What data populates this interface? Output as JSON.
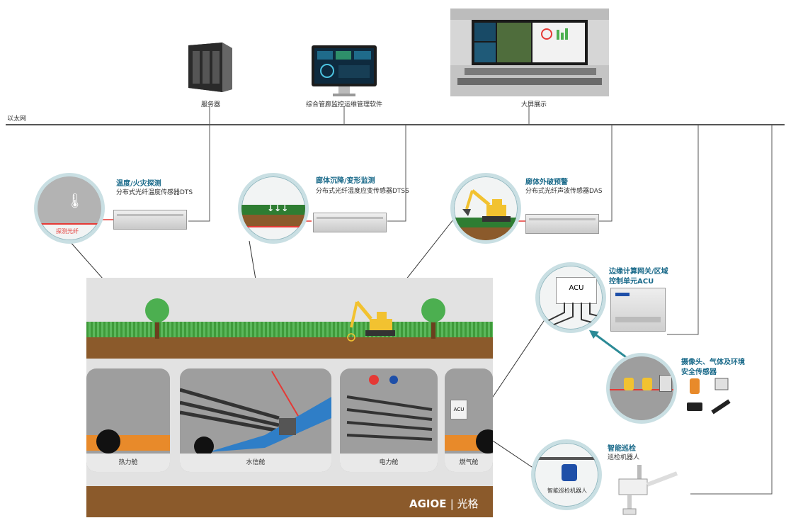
{
  "network": {
    "label": "以太网"
  },
  "top_devices": {
    "server": "服务器",
    "software": "综合管廊监控运维管理软件",
    "bigscreen": "大屏展示"
  },
  "sensors": {
    "dts": {
      "title": "温度/火灾探测",
      "subtitle": "分布式光纤温度传感器DTS",
      "circle_label": "探测光纤"
    },
    "dtss": {
      "title": "廊体沉降/变形监测",
      "subtitle": "分布式光纤温度应变传感器DTSS"
    },
    "das": {
      "title": "廊体外破预警",
      "subtitle": "分布式光纤声波传感器DAS"
    }
  },
  "acu": {
    "title_line1": "边缘计算网关/区域",
    "title_line2": "控制单元ACU",
    "box_label": "ACU",
    "cabin_label": "ACU"
  },
  "env": {
    "title_line1": "摄像头、气体及环境",
    "title_line2": "安全传感器"
  },
  "robot": {
    "title": "智能巡检",
    "subtitle": "巡检机器人",
    "circle_label": "智能巡检机器人"
  },
  "cabins": {
    "heat": "热力舱",
    "water": "水信舱",
    "power": "电力舱",
    "gas": "燃气舱"
  },
  "brand": {
    "logo": "AGIOE",
    "cn": "光格"
  },
  "colors": {
    "accent": "#1a6a8a",
    "soil": "#8b5a2b",
    "grass": "#4caf50",
    "fiber": "#e53935"
  }
}
